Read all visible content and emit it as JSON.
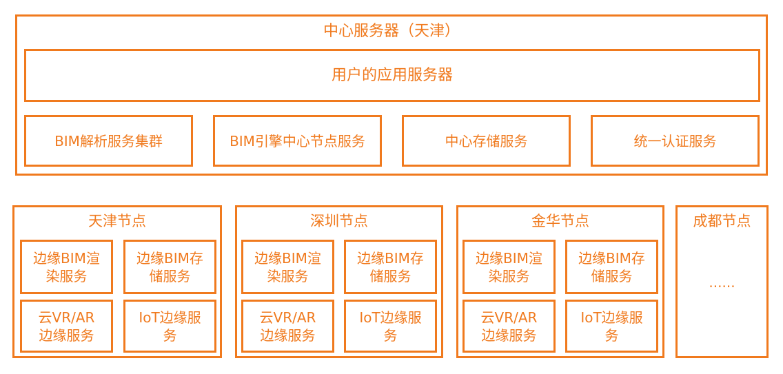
{
  "center": {
    "title": "中心服务器（天津）",
    "app_server": "用户的应用服务器",
    "services": [
      "BIM解析服务集群",
      "BIM引擎中心节点服务",
      "中心存储服务",
      "统一认证服务"
    ]
  },
  "nodes": [
    {
      "title": "天津节点",
      "cells": [
        "边缘BIM渲染服务",
        "边缘BIM存储服务",
        "云VR/AR边缘服务",
        "IoT边缘服务"
      ]
    },
    {
      "title": "深圳节点",
      "cells": [
        "边缘BIM渲染服务",
        "边缘BIM存储服务",
        "云VR/AR边缘服务",
        "IoT边缘服务"
      ]
    },
    {
      "title": "金华节点",
      "cells": [
        "边缘BIM渲染服务",
        "边缘BIM存储服务",
        "云VR/AR边缘服务",
        "IoT边缘服务"
      ]
    }
  ],
  "chengdu": {
    "title": "成都节点",
    "ellipsis": "......"
  },
  "colors": {
    "accent": "#f07a1e",
    "background": "#ffffff"
  }
}
